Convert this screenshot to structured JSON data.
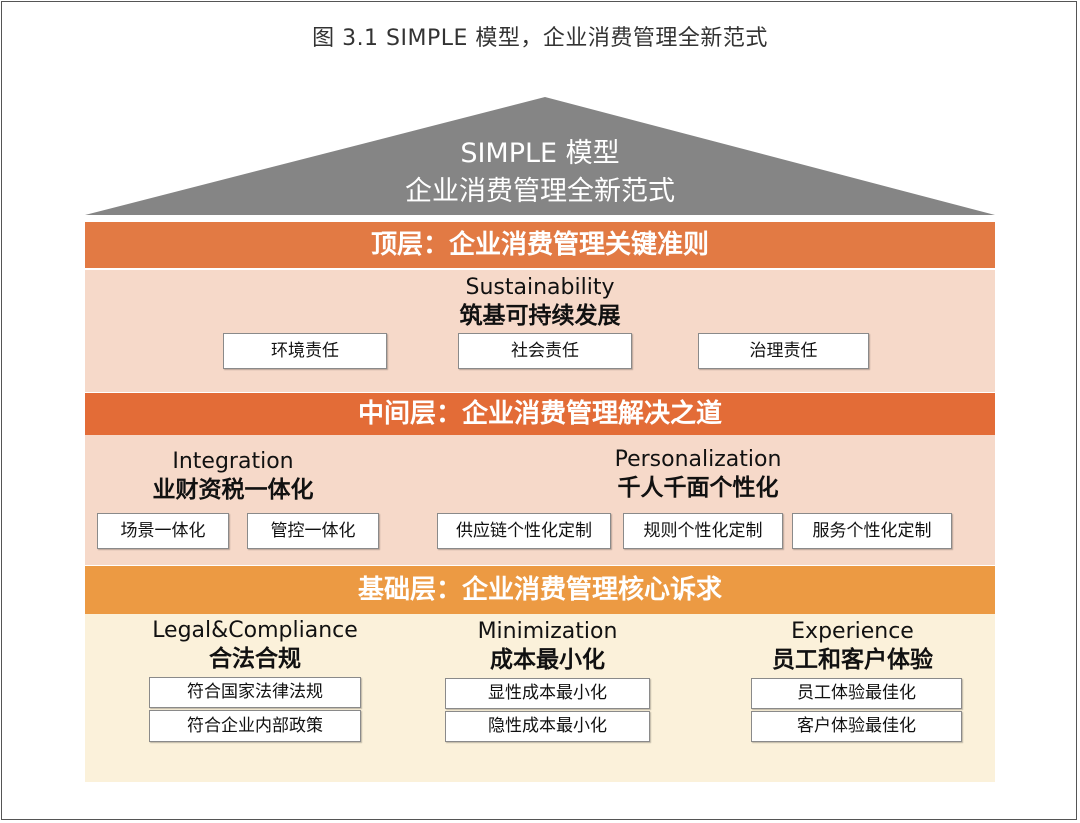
{
  "caption": "图 3.1 SIMPLE 模型，企业消费管理全新范式",
  "colors": {
    "roof": "#858585",
    "top_band": "#E27A44",
    "top_panel": "#F6D9C9",
    "middle_band": "#E36C37",
    "middle_panel": "#F6D9C9",
    "base_band": "#EC9A43",
    "base_panel": "#FBF1DA"
  },
  "roof": {
    "title": "SIMPLE 模型",
    "subtitle": "企业消费管理全新范式"
  },
  "layers": {
    "top": {
      "band_label": "顶层：企业消费管理关键准则",
      "pillars": [
        {
          "en": "Sustainability",
          "cn": "筑基可持续发展",
          "items": [
            "环境责任",
            "社会责任",
            "治理责任"
          ]
        }
      ]
    },
    "middle": {
      "band_label": "中间层：企业消费管理解决之道",
      "pillars": [
        {
          "en": "Integration",
          "cn": "业财资税一体化",
          "items": [
            "场景一体化",
            "管控一体化"
          ]
        },
        {
          "en": "Personalization",
          "cn": "千人千面个性化",
          "items": [
            "供应链个性化定制",
            "规则个性化定制",
            "服务个性化定制"
          ]
        }
      ]
    },
    "base": {
      "band_label": "基础层：企业消费管理核心诉求",
      "pillars": [
        {
          "en": "Legal&Compliance",
          "cn": "合法合规",
          "items": [
            "符合国家法律法规",
            "符合企业内部政策"
          ]
        },
        {
          "en": "Minimization",
          "cn": "成本最小化",
          "items": [
            "显性成本最小化",
            "隐性成本最小化"
          ]
        },
        {
          "en": "Experience",
          "cn": "员工和客户体验",
          "items": [
            "员工体验最佳化",
            "客户体验最佳化"
          ]
        }
      ]
    }
  }
}
